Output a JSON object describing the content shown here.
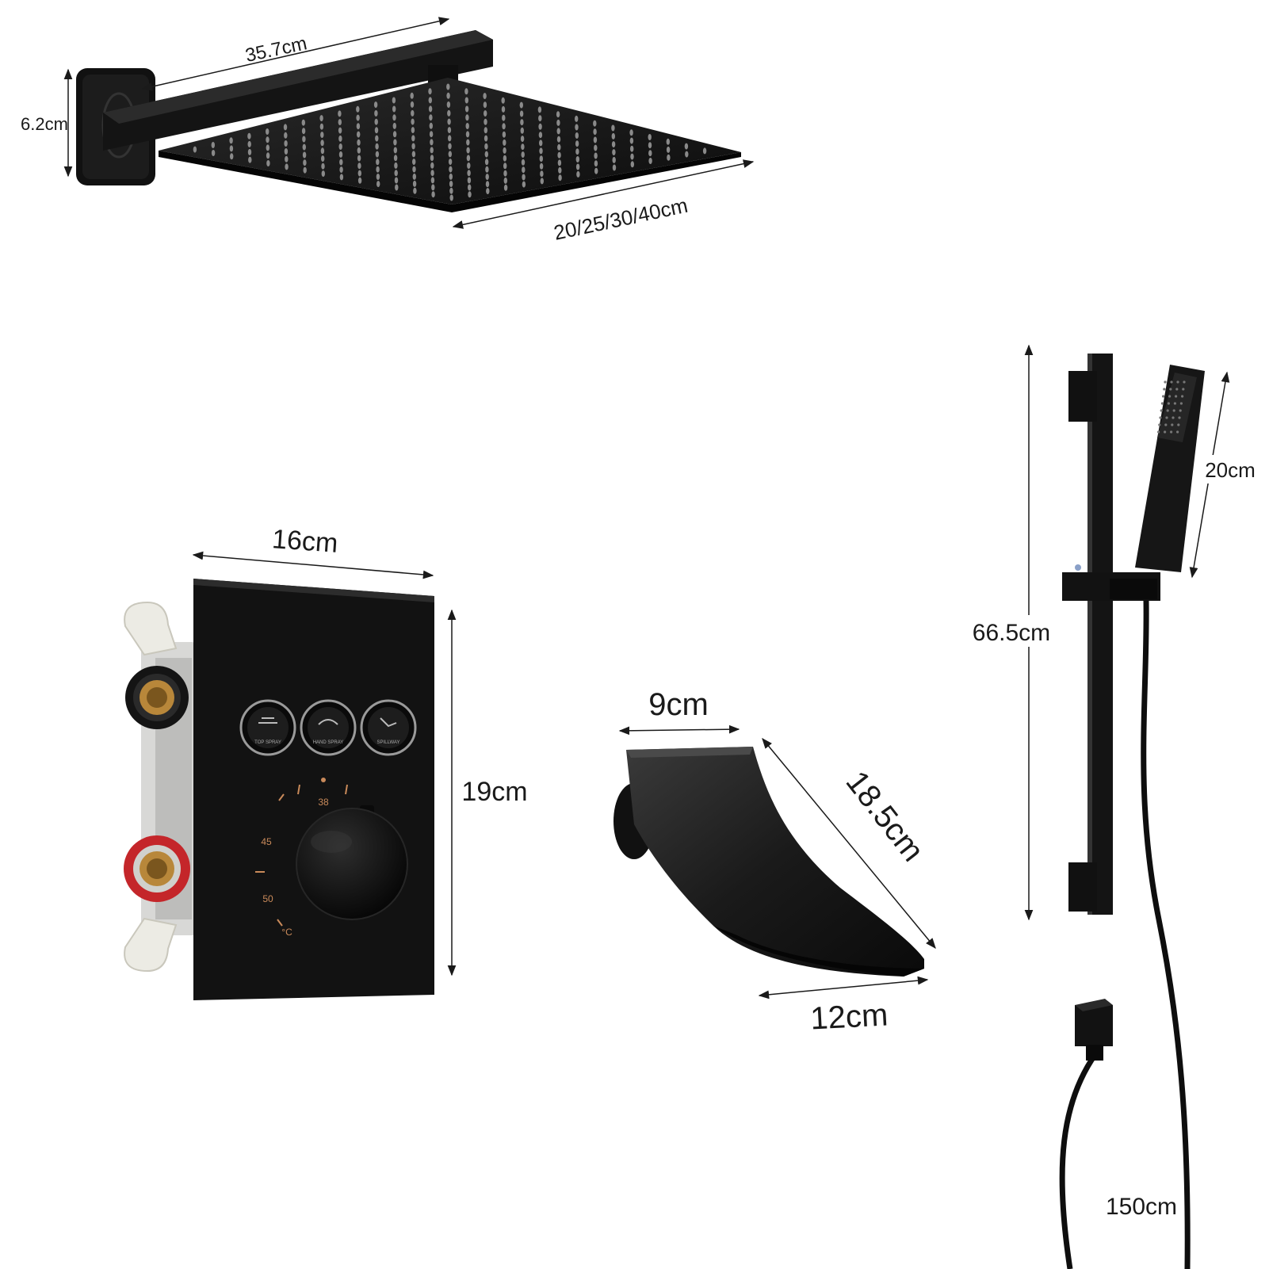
{
  "shower_head": {
    "arm_length": "35.7cm",
    "wall_plate_height": "6.2cm",
    "head_sizes": "20/25/30/40cm"
  },
  "mixer_valve": {
    "width": "16cm",
    "height": "19cm",
    "buttons": [
      "TOP SPRAY",
      "HAND SPRAY",
      "SPILLWAY"
    ],
    "dial_marks": [
      "38",
      "45",
      "50",
      "°C"
    ]
  },
  "spout": {
    "depth": "9cm",
    "length": "18.5cm",
    "width": "12cm"
  },
  "slide_bar": {
    "bar_height": "66.5cm",
    "handheld_length": "20cm",
    "hose_length": "150cm"
  },
  "colors": {
    "product": "#141414",
    "dimension_line": "#1a1a1a",
    "hot_inlet": "#c4262a",
    "brass": "#b8873a",
    "dial_marks": "#c98a5a",
    "background": "#ffffff"
  }
}
